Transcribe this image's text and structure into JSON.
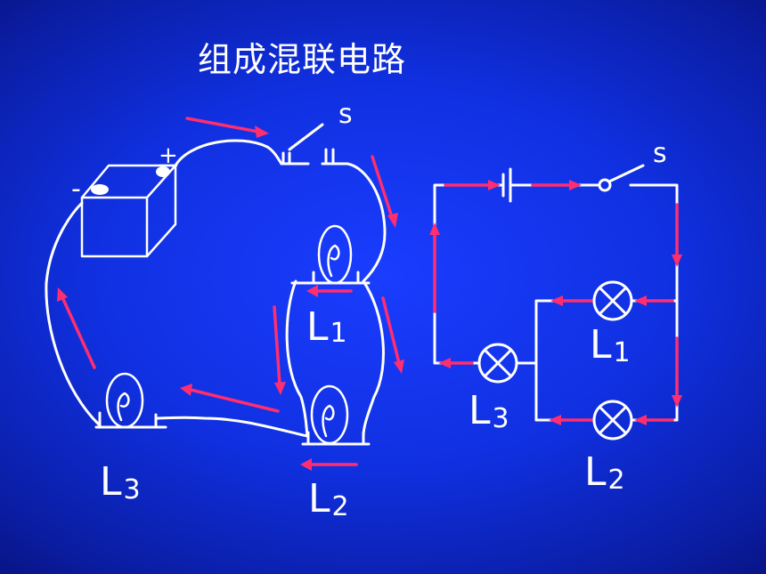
{
  "title": "组成混联电路",
  "left_diagram": {
    "battery_plus": "+",
    "battery_minus": "-",
    "switch_label": "s",
    "lamp_labels": [
      {
        "main": "L",
        "sub": "1"
      },
      {
        "main": "L",
        "sub": "2"
      },
      {
        "main": "L",
        "sub": "3"
      }
    ]
  },
  "right_diagram": {
    "switch_label": "s",
    "lamp_labels": [
      {
        "main": "L",
        "sub": "1"
      },
      {
        "main": "L",
        "sub": "2"
      },
      {
        "main": "L",
        "sub": "3"
      }
    ]
  },
  "colors": {
    "background": "#1030e0",
    "wire": "#ffffff",
    "current_arrow": "#ff2e6e"
  }
}
